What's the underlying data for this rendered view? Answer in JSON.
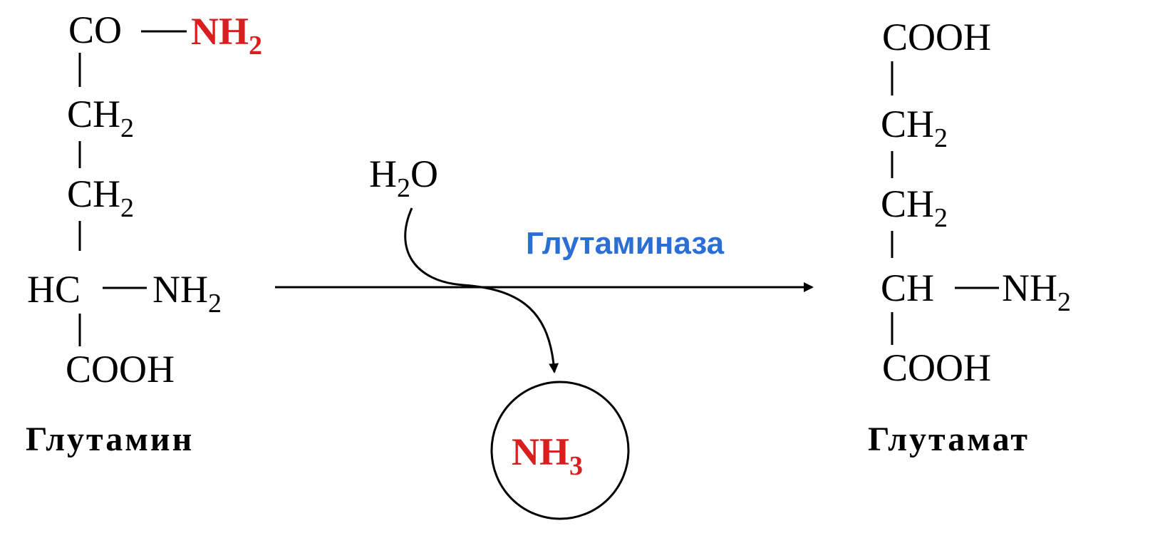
{
  "colors": {
    "text": "#000000",
    "highlight": "#d81e1e",
    "enzyme": "#2b6fd6"
  },
  "glutamine": {
    "name": "Глутамин",
    "top_group": "CO",
    "amide": "NH",
    "amide_sub": "2",
    "ch2_1": "CH",
    "ch2_1_sub": "2",
    "ch2_2": "CH",
    "ch2_2_sub": "2",
    "alpha": "HC",
    "amino": "NH",
    "amino_sub": "2",
    "carboxyl": "COOH"
  },
  "reaction": {
    "water": "H",
    "water_sub": "2",
    "water_tail": "O",
    "enzyme": "Глутаминаза",
    "released": "NH",
    "released_sub": "3"
  },
  "glutamate": {
    "name": "Глутамат",
    "top_group": "COOH",
    "ch2_1": "CH",
    "ch2_1_sub": "2",
    "ch2_2": "CH",
    "ch2_2_sub": "2",
    "alpha": "CH",
    "amino": "NH",
    "amino_sub": "2",
    "carboxyl": "COOH"
  }
}
